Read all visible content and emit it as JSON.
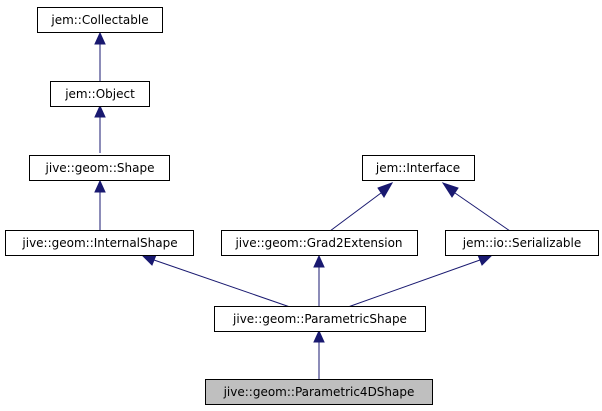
{
  "nodes": {
    "collectable": "jem::Collectable",
    "object": "jem::Object",
    "shape": "jive::geom::Shape",
    "interface": "jem::Interface",
    "internal_shape": "jive::geom::InternalShape",
    "grad2_extension": "jive::geom::Grad2Extension",
    "serializable": "jem::io::Serializable",
    "parametric_shape": "jive::geom::ParametricShape",
    "parametric_4d_shape": "jive::geom::Parametric4DShape"
  },
  "colors": {
    "edge": "#191970",
    "node_fill": "#ffffff",
    "highlight_fill": "#bfbfbf",
    "border": "#000000"
  }
}
